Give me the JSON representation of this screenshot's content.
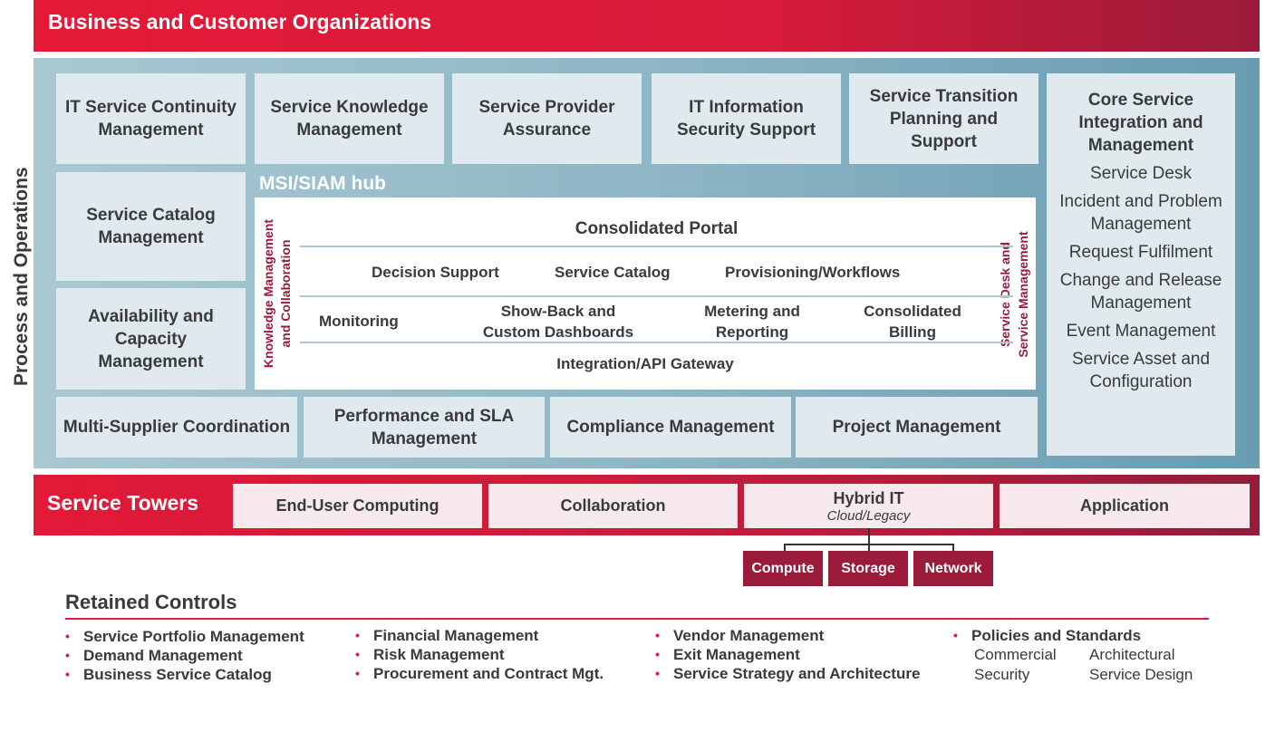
{
  "header": {
    "title": "Business and Customer Organizations"
  },
  "side_label": "Process and Operations",
  "top_row": [
    "IT Service Continuity Management",
    "Service Knowledge Management",
    "Service Provider Assurance",
    "IT Information Security Support",
    "Service Transition Planning and Support"
  ],
  "left_col": [
    "Service Catalog Management",
    "Availability and Capacity Management"
  ],
  "bottom_row": [
    "Multi-Supplier Coordination",
    "Performance and SLA Management",
    "Compliance Management",
    "Project Management"
  ],
  "hub": {
    "title": "MSI/SIAM hub",
    "left_label_1": "Knowledge Management",
    "left_label_2": "and Collaboration",
    "right_label_1": "Service Desk and",
    "right_label_2": "Service Management",
    "portal": "Consolidated  Portal",
    "row2": [
      "Decision Support",
      "Service Catalog",
      "Provisioning/Workflows"
    ],
    "row3": [
      "Monitoring",
      "Show-Back and",
      "Custom Dashboards",
      "Metering and",
      "Reporting",
      "Consolidated",
      "Billing"
    ],
    "gateway": "Integration/API Gateway"
  },
  "core": {
    "title": "Core Service Integration and Management",
    "items": [
      "Service Desk",
      "Incident and Problem Management",
      "Request Fulfilment",
      "Change and Release Management",
      "Event Management",
      "Service Asset and Configuration"
    ]
  },
  "towers": {
    "label": "Service Towers",
    "items": [
      "End-User Computing",
      "Collaboration",
      "Hybrid IT",
      "Application"
    ],
    "hybrid_sub": "Cloud/Legacy",
    "sub_items": [
      "Compute",
      "Storage",
      "Network"
    ]
  },
  "retained": {
    "title": "Retained Controls",
    "col1": [
      "Service Portfolio Management",
      "Demand Management",
      "Business Service Catalog"
    ],
    "col2": [
      "Financial Management",
      "Risk Management",
      "Procurement and Contract Mgt."
    ],
    "col3": [
      "Vendor Management",
      "Exit Management",
      "Service Strategy and Architecture"
    ],
    "col4_head": "Policies and Standards",
    "col4_items": [
      "Commercial",
      "Architectural",
      "Security",
      "Service Design"
    ]
  },
  "colors": {
    "red": "#e31937",
    "maroon": "#9b1b3a",
    "blue": "#8fb6c5"
  }
}
